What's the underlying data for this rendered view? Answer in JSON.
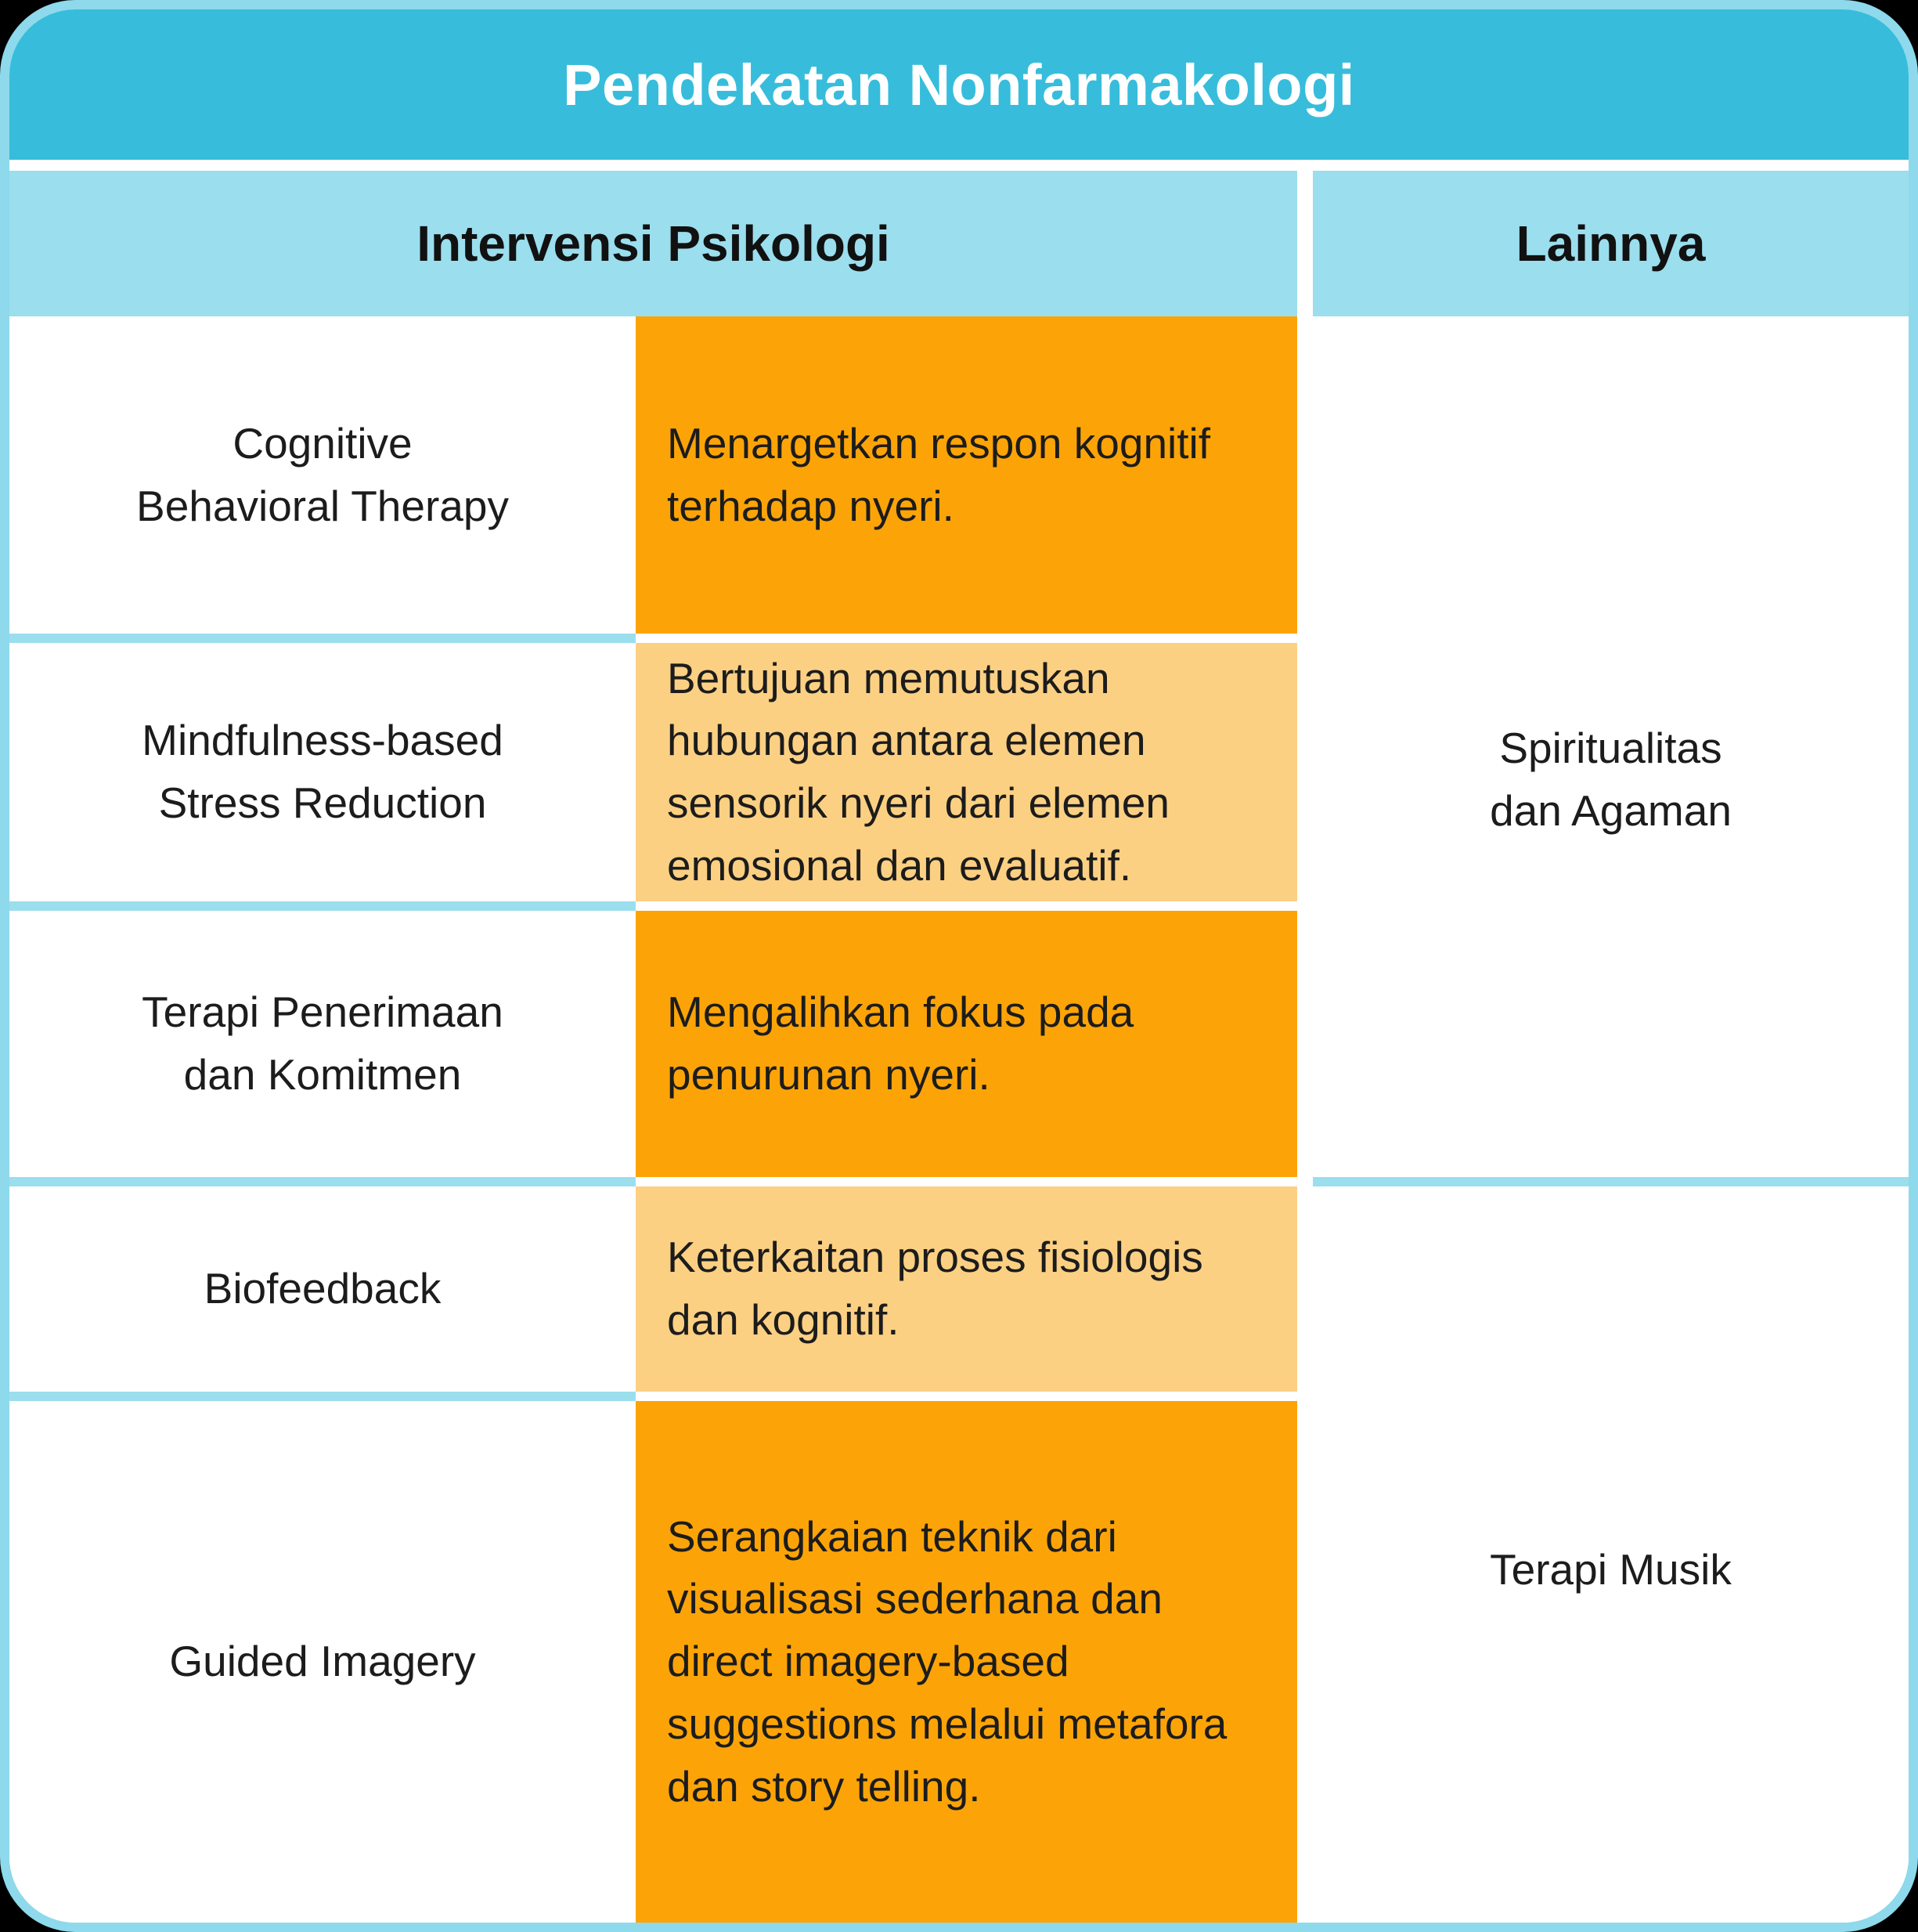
{
  "title": "Pendekatan Nonfarmakologi",
  "headers": {
    "psychology": "Intervensi Psikologi",
    "others": "Lainnya"
  },
  "therapies": [
    {
      "name": "Cognitive\nBehavioral Therapy",
      "description": "Menargetkan respon kognitif terhadap nyeri."
    },
    {
      "name": "Mindfulness-based\nStress Reduction",
      "description": "Bertujuan memutuskan hubungan antara elemen sensorik nyeri dari elemen emosional dan evaluatif."
    },
    {
      "name": "Terapi Penerimaan\ndan Komitmen",
      "description": "Mengalihkan fokus pada penurunan nyeri."
    },
    {
      "name": "Biofeedback",
      "description": "Keterkaitan proses fisiologis dan kognitif."
    },
    {
      "name": "Guided Imagery",
      "description": "Serangkaian teknik dari visualisasi sederhana dan direct imagery-based suggestions melalui metafora dan story telling."
    }
  ],
  "others": [
    {
      "label": "Spiritualitas\ndan Agaman"
    },
    {
      "label": "Terapi Musik"
    }
  ],
  "colors": {
    "title_bar": "#37BDDB",
    "header_band": "#9BDEEE",
    "card_border": "#8ED9EB",
    "divider": "#9BDEEE",
    "orange_dark": "#FCA407",
    "orange_light": "#FCD083",
    "text_dark": "#1C1C1C",
    "title_text": "#FFFFFF",
    "cell_background": "#FFFFFF",
    "page_background": "#000000"
  }
}
